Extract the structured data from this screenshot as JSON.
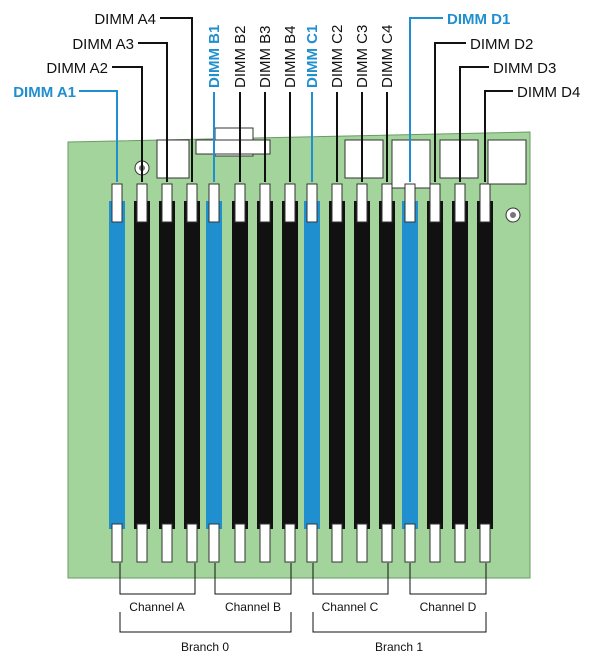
{
  "labels": {
    "a1": "DIMM A1",
    "a2": "DIMM A2",
    "a3": "DIMM A3",
    "a4": "DIMM A4",
    "b1": "DIMM B1",
    "b2": "DIMM B2",
    "b3": "DIMM B3",
    "b4": "DIMM B4",
    "c1": "DIMM C1",
    "c2": "DIMM C2",
    "c3": "DIMM C3",
    "c4": "DIMM C4",
    "d1": "DIMM D1",
    "d2": "DIMM D2",
    "d3": "DIMM D3",
    "d4": "DIMM D4"
  },
  "channels": [
    "Channel A",
    "Channel B",
    "Channel C",
    "Channel D"
  ],
  "branches": [
    "Branch 0",
    "Branch 1"
  ],
  "colors": {
    "board": "#a3d49b",
    "highlight_slot": "#1f8fcf",
    "standard_slot": "#111111",
    "highlight_text": "#1f8fcf"
  }
}
